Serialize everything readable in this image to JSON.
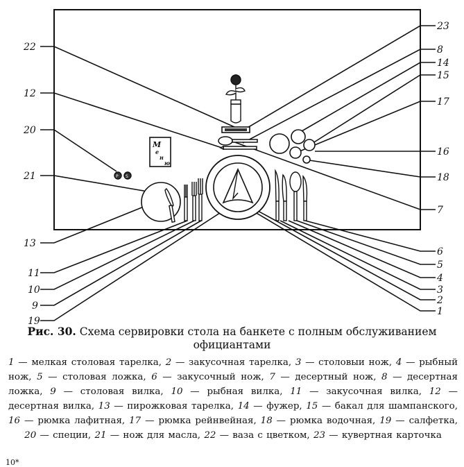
{
  "figure": {
    "callouts": {
      "left": [
        "22",
        "12",
        "20",
        "21",
        "13",
        "11",
        "10",
        "9",
        "19"
      ],
      "right": [
        "23",
        "8",
        "14",
        "15",
        "17",
        "16",
        "18",
        "7",
        "6",
        "5",
        "4",
        "3",
        "2",
        "1"
      ]
    },
    "menu_card_letters": [
      "М",
      "е",
      "н",
      "ю"
    ]
  },
  "caption": {
    "label": "Рис. 30.",
    "title": "Схема сервировки стола на банкете с полным обслуживанием официантами",
    "legend": [
      {
        "num": "1",
        "text": "мелкая столовая тарелка"
      },
      {
        "num": "2",
        "text": "закусочная тарелка"
      },
      {
        "num": "3",
        "text": "столовыи нож"
      },
      {
        "num": "4",
        "text": "рыбный нож"
      },
      {
        "num": "5",
        "text": "столовая ложка"
      },
      {
        "num": "6",
        "text": "закусочный нож"
      },
      {
        "num": "7",
        "text": "десертный нож"
      },
      {
        "num": "8",
        "text": "десертная ложка"
      },
      {
        "num": "9",
        "text": "столовая вилка"
      },
      {
        "num": "10",
        "text": "рыбная вилка"
      },
      {
        "num": "11",
        "text": "закусочная вилка"
      },
      {
        "num": "12",
        "text": "десертная вилка"
      },
      {
        "num": "13",
        "text": "пирожковая тарелка"
      },
      {
        "num": "14",
        "text": "фужер"
      },
      {
        "num": "15",
        "text": "бакал для шампанского"
      },
      {
        "num": "16",
        "text": "рюмка лафитная"
      },
      {
        "num": "17",
        "text": "рюмка рейнвейная"
      },
      {
        "num": "18",
        "text": "рюмка водочная"
      },
      {
        "num": "19",
        "text": "салфетка"
      },
      {
        "num": "20",
        "text": "специи"
      },
      {
        "num": "21",
        "text": "нож для масла"
      },
      {
        "num": "22",
        "text": "ваза с цветком"
      },
      {
        "num": "23",
        "text": "кувертная карточка"
      }
    ]
  },
  "page_number": "10*"
}
